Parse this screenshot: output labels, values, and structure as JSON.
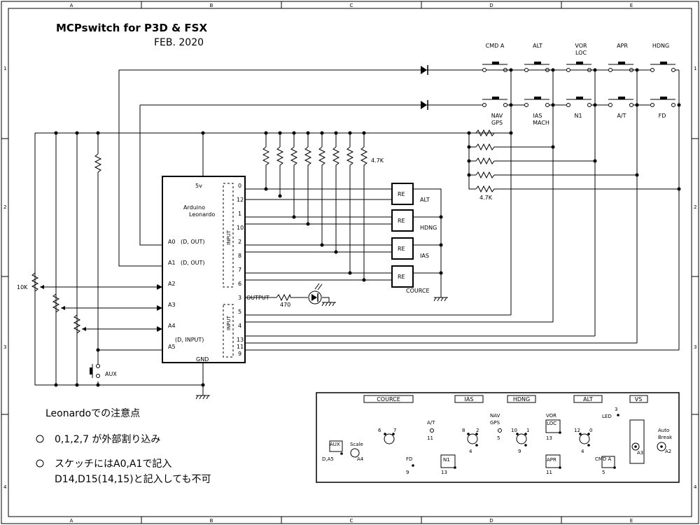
{
  "title": "MCPswitch for P3D & FSX",
  "date": "FEB. 2020",
  "border": {
    "columns": [
      "A",
      "B",
      "C",
      "D",
      "E"
    ],
    "rows": [
      "1",
      "2",
      "3",
      "4"
    ]
  },
  "switch_labels_top": [
    "CMD A",
    "ALT",
    "VOR\nLOC",
    "APR",
    "HDNG"
  ],
  "switch_labels_bottom": [
    "NAV\nGPS",
    "IAS\nMACH",
    "N1",
    "A/T",
    "FD"
  ],
  "resistor_value": "4.7K",
  "arduino": {
    "name_line1": "Arduino",
    "name_line2": "Leonardo",
    "pin_5v": "5v",
    "pin_gnd": "GND",
    "left_pins": [
      {
        "name": "A0",
        "note": "(D, OUT)"
      },
      {
        "name": "A1",
        "note": "(D, OUT)"
      },
      {
        "name": "A2",
        "note": ""
      },
      {
        "name": "A3",
        "note": ""
      },
      {
        "name": "A4",
        "note": ""
      },
      {
        "name": "A5",
        "note": "(D, INPUT)"
      }
    ],
    "right_pins": [
      "0",
      "12",
      "1",
      "10",
      "2",
      "8",
      "7",
      "6",
      "3",
      "5",
      "4",
      "13",
      "11",
      "9"
    ],
    "input_label": "INPUT"
  },
  "relays": [
    {
      "label": "RE",
      "name": "ALT"
    },
    {
      "label": "RE",
      "name": "HDNG"
    },
    {
      "label": "RE",
      "name": "IAS"
    },
    {
      "label": "RE",
      "name": "COURCE"
    }
  ],
  "output_label": "OUTPUT",
  "led_resistor": "470",
  "pot_value": "10K",
  "aux_label": "AUX",
  "notes": {
    "heading": "Leonardoでの注意点",
    "items": [
      "0,1,2,7 が外部割り込み",
      "スケッチにはA0,A1で記入",
      "D14,D15(14,15)と記入しても不可"
    ],
    "bullet": "○"
  },
  "panel": {
    "headers": [
      "COURCE",
      "IAS",
      "HDNG",
      "ALT",
      "VS"
    ],
    "labels": {
      "cource_pins": "6  7",
      "at": "A/T",
      "at_num": "11",
      "fd": "FD",
      "fd_num": "9",
      "n1": "N1",
      "n1_num": "13",
      "ias_pins": "8  2",
      "ias_num": "4",
      "nav": "NAV\nGPS",
      "nav_num": "5",
      "hdng_pins": "10  1",
      "hdng_num": "9",
      "vor": "VOR\nLOC",
      "vor_num": "13",
      "apr": "APR",
      "apr_num": "11",
      "alt_pins": "12  0",
      "alt_num": "4",
      "cmda": "CMD A",
      "cmda_num": "5",
      "led": "LED",
      "led_num": "3",
      "vs_pin": "A3",
      "autobreak": "Auto\nBreak",
      "autobreak_pin": "A2",
      "aux": "AUX",
      "aux_pin": "D,A5",
      "scale": "Scale",
      "scale_pin": "A4"
    }
  }
}
